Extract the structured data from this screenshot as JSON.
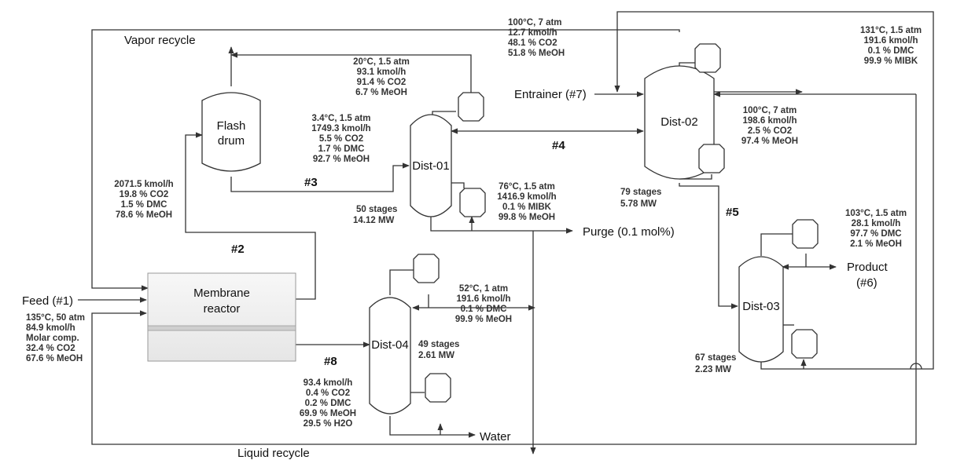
{
  "labels": {
    "vapor_recycle": "Vapor recycle",
    "liquid_recycle": "Liquid recycle",
    "feed": "Feed (#1)",
    "entrainer": "Entrainer (#7)",
    "purge": "Purge (0.1 mol%)",
    "water": "Water",
    "product": [
      "Product",
      "(#6)"
    ],
    "flash_drum": [
      "Flash",
      "drum"
    ],
    "membrane_reactor": [
      "Membrane",
      "reactor"
    ],
    "dist01": "Dist-01",
    "dist02": "Dist-02",
    "dist03": "Dist-03",
    "dist04": "Dist-04"
  },
  "streams": {
    "s2": "#2",
    "s3": "#3",
    "s4": "#4",
    "s5": "#5",
    "s8": "#8"
  },
  "info": {
    "feed": [
      "135°C, 50 atm",
      "84.9 kmol/h",
      "Molar comp.",
      "32.4 % CO2",
      "67.6 % MeOH"
    ],
    "reactor_out": [
      "2071.5 kmol/h",
      "19.8 % CO2",
      "1.5 % DMC",
      "78.6 % MeOH"
    ],
    "flash_vapor": [
      "20°C, 1.5 atm",
      "93.1 kmol/h",
      "91.4 % CO2",
      "6.7 % MeOH"
    ],
    "dist01_feed": [
      "3.4°C, 1.5 atm",
      "1749.3 kmol/h",
      "5.5 % CO2",
      "1.7 % DMC",
      "92.7 % MeOH"
    ],
    "dist01_bottom": [
      "76°C, 1.5 atm",
      "1416.9 kmol/h",
      "0.1 % MIBK",
      "99.8 % MeOH"
    ],
    "dist02_top": [
      "100°C, 7 atm",
      "12.7 kmol/h",
      "48.1 % CO2",
      "51.8 % MeOH"
    ],
    "dist02_recycle": [
      "100°C, 7 atm",
      "198.6 kmol/h",
      "2.5 % CO2",
      "97.4 % MeOH"
    ],
    "mibk_recycle": [
      "131°C, 1.5 atm",
      "191.6 kmol/h",
      "0.1 % DMC",
      "99.9 % MIBK"
    ],
    "product": [
      "103°C, 1.5 atm",
      "28.1 kmol/h",
      "97.7 % DMC",
      "2.1 % MeOH"
    ],
    "dist04_top": [
      "52°C, 1 atm",
      "191.6 kmol/h",
      "0.1 % DMC",
      "99.9 % MeOH"
    ],
    "dist04_feed": [
      "93.4 kmol/h",
      "0.4 % CO2",
      "0.2 % DMC",
      "69.9 % MeOH",
      "29.5 % H2O"
    ]
  },
  "columns": {
    "dist01": {
      "stages": "50 stages",
      "duty": "14.12 MW"
    },
    "dist02": {
      "stages": "79 stages",
      "duty": "5.78 MW"
    },
    "dist03": {
      "stages": "67 stages",
      "duty": "2.23 MW"
    },
    "dist04": {
      "stages": "49 stages",
      "duty": "2.61 MW"
    }
  },
  "colors": {
    "line": "#333333",
    "reactor_top": "#f2f2f2",
    "reactor_bottom": "#e4e4e4"
  }
}
